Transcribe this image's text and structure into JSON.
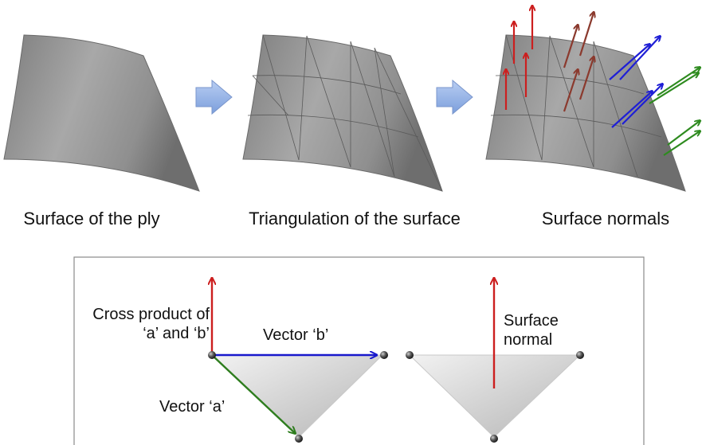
{
  "captions": {
    "surface": "Surface of the ply",
    "triangulation": "Triangulation of the surface",
    "normals": "Surface normals"
  },
  "inset": {
    "cross_product_label": "Cross product of ‘a’ and ‘b’",
    "vector_b_label": "Vector ‘b’",
    "vector_a_label": "Vector ‘a’",
    "surface_normal_label": "Surface normal"
  },
  "colors": {
    "surface_gray": "#9a9a9a",
    "process_arrow": "#8fb0e6",
    "normal_red": "#cc1f1f",
    "normal_brown": "#8b3a2e",
    "normal_blue": "#1f1fd6",
    "normal_green": "#2e8b1f",
    "vector_b": "#1818cc",
    "vector_a": "#2e7d1e",
    "cross_product": "#cc1f1f"
  },
  "icons": [
    "flow-arrow-icon",
    "vertex-sphere-icon"
  ]
}
